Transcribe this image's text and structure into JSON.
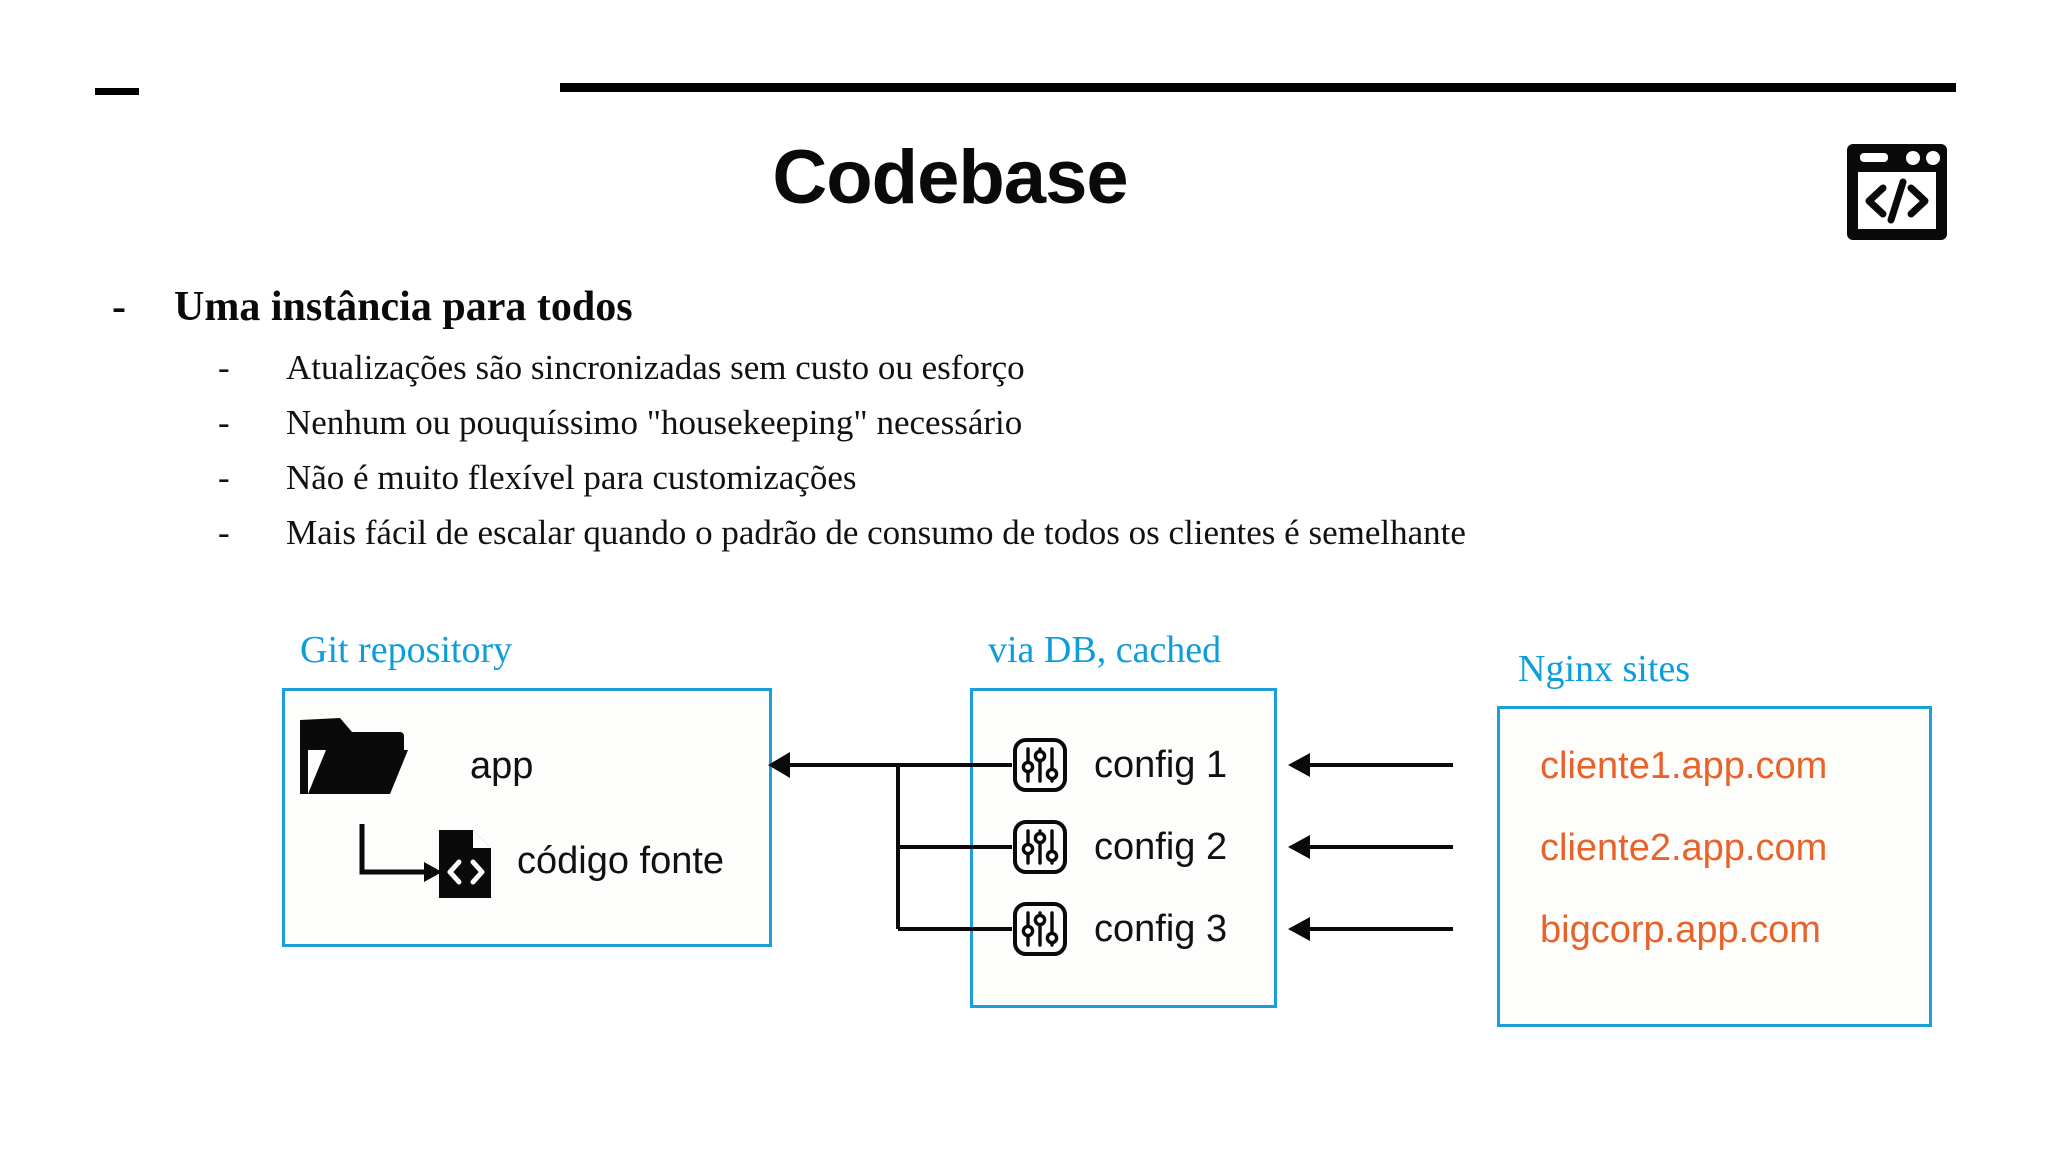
{
  "slide": {
    "title": "Codebase",
    "header_icon": "code-window-icon",
    "accent_blue": "#0d9ddb",
    "accent_orange": "#e8622a",
    "rule_color": "#000000"
  },
  "bullets": {
    "main": {
      "marker": "-",
      "text": "Uma instância para todos"
    },
    "sub_marker": "-",
    "sub": [
      "Atualizações são sincronizadas sem custo ou esforço",
      "Nenhum ou pouquíssimo \"housekeeping\" necessário",
      "Não é muito flexível para customizações",
      "Mais fácil de escalar quando o padrão de consumo de todos os clientes é semelhante"
    ]
  },
  "diagram": {
    "groups": [
      {
        "id": "git",
        "label": "Git repository",
        "items": [
          {
            "icon": "folder-icon",
            "label": "app"
          },
          {
            "icon": "source-code-file-icon",
            "label": "código fonte"
          }
        ]
      },
      {
        "id": "config",
        "label": "via DB, cached",
        "items": [
          {
            "icon": "sliders-icon",
            "label": "config 1"
          },
          {
            "icon": "sliders-icon",
            "label": "config 2"
          },
          {
            "icon": "sliders-icon",
            "label": "config 3"
          }
        ]
      },
      {
        "id": "nginx",
        "label": "Nginx sites",
        "items": [
          {
            "icon": "",
            "label": "cliente1.app.com"
          },
          {
            "icon": "",
            "label": "cliente2.app.com"
          },
          {
            "icon": "",
            "label": "bigcorp.app.com"
          }
        ]
      }
    ]
  }
}
